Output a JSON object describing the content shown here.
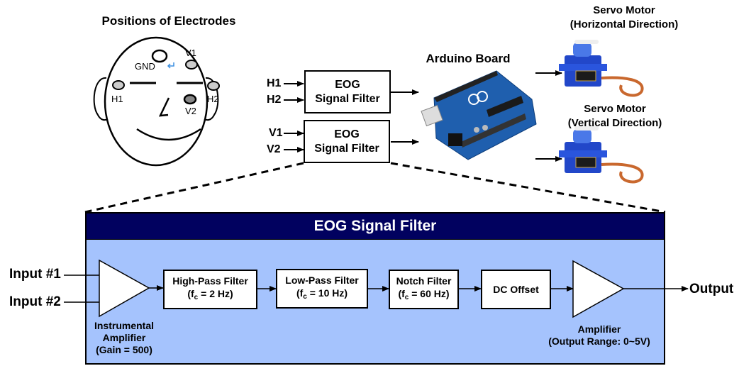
{
  "electrodes": {
    "title": "Positions of Electrodes",
    "labels": {
      "gnd": "GND",
      "v1": "V1",
      "v2": "V2",
      "h1": "H1",
      "h2": "H2"
    }
  },
  "filters_top": [
    {
      "inputs": [
        "H1",
        "H2"
      ],
      "line1": "EOG",
      "line2": "Signal Filter"
    },
    {
      "inputs": [
        "V1",
        "V2"
      ],
      "line1": "EOG",
      "line2": "Signal Filter"
    }
  ],
  "arduino": {
    "title": "Arduino Board"
  },
  "servos": [
    {
      "title_line1": "Servo Motor",
      "title_line2": "(Horizontal Direction)"
    },
    {
      "title_line1": "Servo Motor",
      "title_line2": "(Vertical Direction)"
    }
  ],
  "panel": {
    "title": "EOG Signal Filter",
    "inputs": [
      "Input #1",
      "Input #2"
    ],
    "output": "Output",
    "instrumental_amp": {
      "line1": "Instrumental",
      "line2": "Amplifier",
      "line3": "(Gain = 500)"
    },
    "blocks": [
      {
        "name": "High-Pass Filter",
        "fc_prefix": "(f",
        "fc_sub": "c",
        "fc_value": " = 2 Hz)"
      },
      {
        "name": "Low-Pass Filter",
        "fc_prefix": "(f",
        "fc_sub": "c",
        "fc_value": " = 10 Hz)"
      },
      {
        "name": "Notch Filter",
        "fc_prefix": "(f",
        "fc_sub": "c",
        "fc_value": " = 60 Hz)"
      },
      {
        "name": "DC Offset"
      }
    ],
    "output_amp": {
      "line1": "Amplifier",
      "line2": "(Output Range: 0~5V)"
    }
  },
  "colors": {
    "panel_header": "#01015f",
    "panel_body": "#a5c3fd",
    "gnd_arrow": "#3b8fe0",
    "arduino_blue": "#1f5fae",
    "servo_blue": "#2247c9",
    "servo_wire": "#c9682e"
  }
}
